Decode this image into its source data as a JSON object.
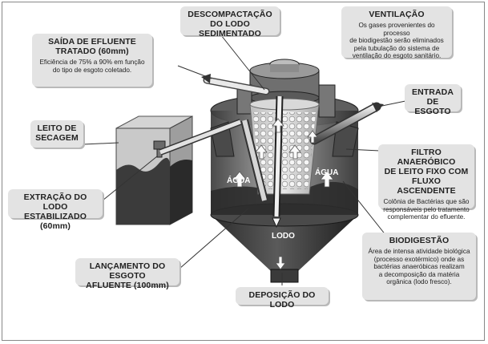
{
  "callouts": {
    "descompactacao": {
      "title": "DESCOMPACTAÇÃO\nDO LODO SEDIMENTADO"
    },
    "ventilacao": {
      "title": "VENTILAÇÃO",
      "desc": "Os gases provenientes do processo\nde biodigestão serão eliminados\npela tubulação do sistema de\nventilação do esgoto sanitário."
    },
    "saida": {
      "title": "SAÍDA DE EFLUENTE\nTRATADO (60mm)",
      "desc": "Eficiência de 75% a 90% em função\ndo tipo de esgoto coletado."
    },
    "entrada": {
      "title": "ENTRADA\nDE ESGOTO"
    },
    "leito": {
      "title": "LEITO DE\nSECAGEM"
    },
    "filtro": {
      "title": "FILTRO ANAERÓBICO\nDE LEITO FIXO COM\nFLUXO ASCENDENTE",
      "desc": "Colônia de Bactérias que são\nresponsáveis pelo tratamento\ncomplementar do efluente."
    },
    "extracao": {
      "title": "EXTRAÇÃO DO LODO\nESTABILIZADO (60mm)"
    },
    "biodigestao": {
      "title": "BIODIGESTÃO",
      "desc": "Área de intensa atividade biológica\n(processo exotérmico) onde as\nbactérias anaeróbicas realizam\na decomposição da matéria\norgânica (lodo fresco)."
    },
    "lancamento": {
      "title": "LANÇAMENTO DO ESGOTO\nAFLUENTE (100mm)"
    },
    "deposicao": {
      "title": "DEPOSIÇÃO DO LODO"
    }
  },
  "tank_labels": {
    "agua_left": "ÁGUA",
    "agua_right": "ÁGUA",
    "lodo": "LODO"
  }
}
